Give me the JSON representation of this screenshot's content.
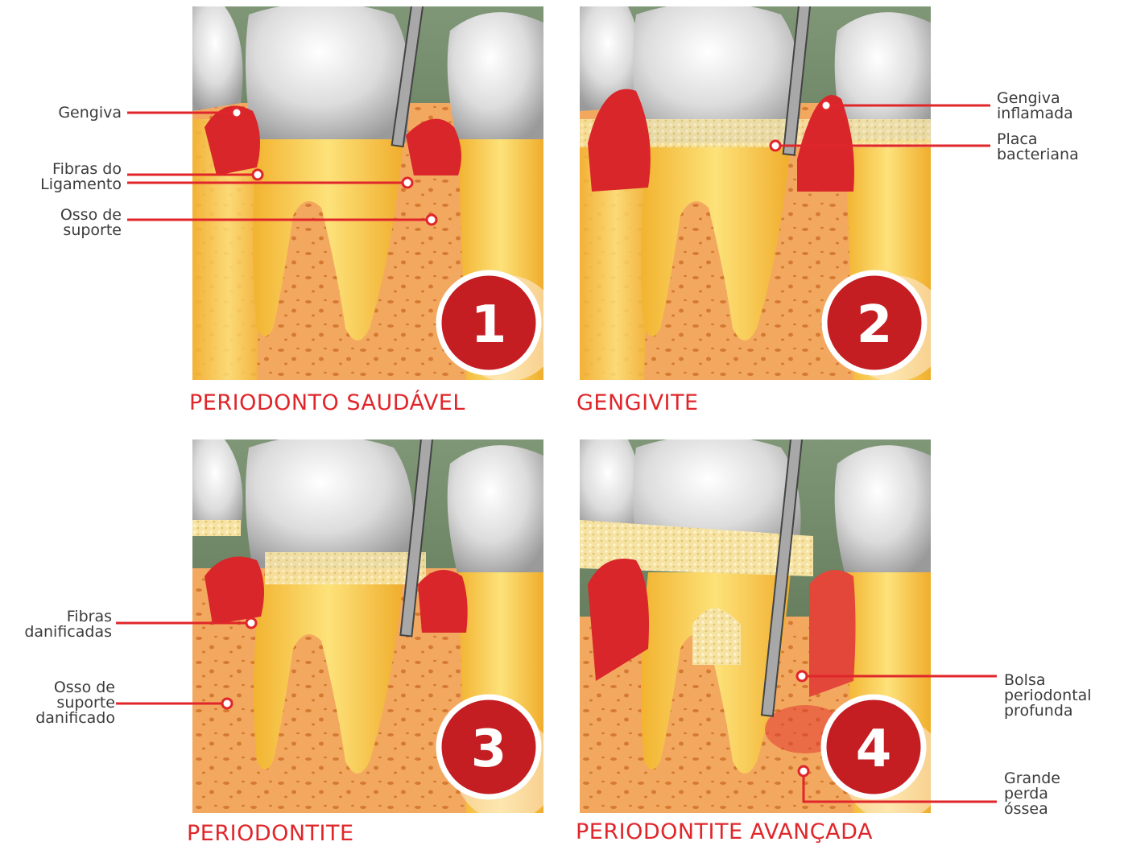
{
  "stages": [
    {
      "number": "1",
      "title": "PERIODONTO SAUDÁVEL"
    },
    {
      "number": "2",
      "title": "GENGIVITE"
    },
    {
      "number": "3",
      "title": "PERIODONTITE"
    },
    {
      "number": "4",
      "title": "PERIODONTITE AVANÇADA"
    }
  ],
  "labels": {
    "gengiva": "Gengiva",
    "fibras_ligamento": "Fibras do\nLigamento",
    "osso_suporte": "Osso de\nsuporte",
    "gengiva_inflamada": "Gengiva\ninflamada",
    "placa_bacteriana": "Placa\nbacteriana",
    "fibras_danificadas": "Fibras\ndanificadas",
    "osso_danificado": "Osso de\nsuporte\ndanificado",
    "bolsa_periodontal": "Bolsa\nperiodontal\nprofunda",
    "grande_perda": "Grande\nperda\nóssea"
  },
  "colors": {
    "accent_red": "#e0262a",
    "badge_red": "#c41e22",
    "bone": "#f0a55c",
    "tooth_root": "#f7c33d",
    "enamel": "#d9d9d9",
    "gum": "#d8262a",
    "background_green": "#5d7752",
    "label_text": "#3b3b3b"
  }
}
